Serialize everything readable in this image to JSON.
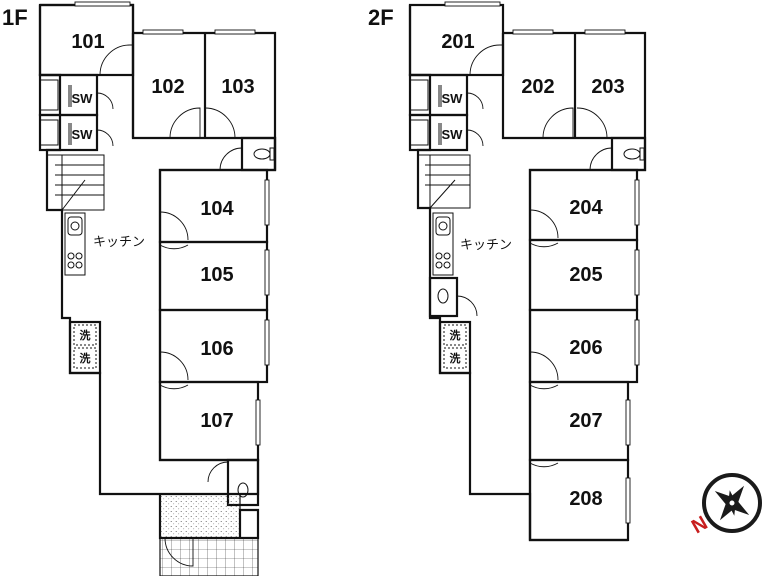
{
  "floors": [
    {
      "label": "1F",
      "rooms": [
        "101",
        "102",
        "103",
        "104",
        "105",
        "106",
        "107"
      ],
      "sw": [
        "SW",
        "SW"
      ],
      "kitchen": "キッチン",
      "wash": [
        "洗",
        "洗"
      ]
    },
    {
      "label": "2F",
      "rooms": [
        "201",
        "202",
        "203",
        "204",
        "205",
        "206",
        "207",
        "208"
      ],
      "sw": [
        "SW",
        "SW"
      ],
      "kitchen": "キッチン",
      "wash": [
        "洗",
        "洗"
      ]
    }
  ],
  "compass": {
    "north_label": "N",
    "accent": "#c81e1e"
  }
}
